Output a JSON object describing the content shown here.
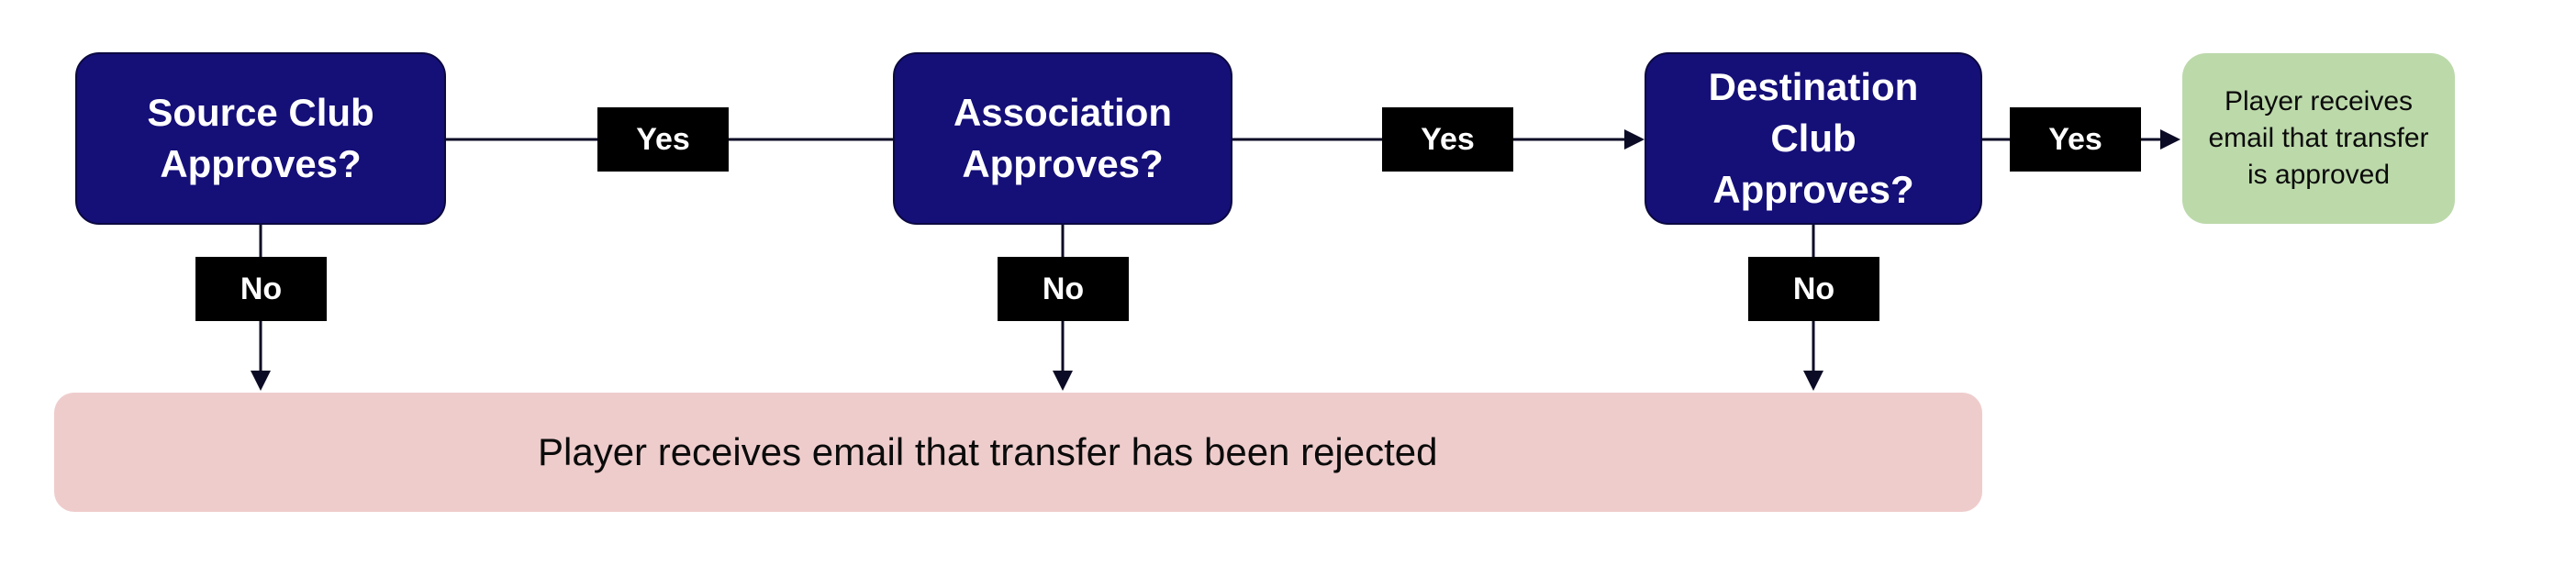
{
  "nodes": {
    "source_club": "Source Club\nApproves?",
    "association": "Association\nApproves?",
    "destination_club": "Destination\nClub\nApproves?",
    "approved": "Player receives\nemail that transfer\nis approved",
    "rejected": "Player receives email that transfer has been rejected"
  },
  "edges": {
    "yes_label": "Yes",
    "no_label": "No"
  },
  "colors": {
    "decision_fill": "#150f78",
    "approved_fill": "#bcd9aa",
    "rejected_fill": "#efcccc",
    "label_fill": "#000000",
    "connector": "#0b0b26"
  }
}
